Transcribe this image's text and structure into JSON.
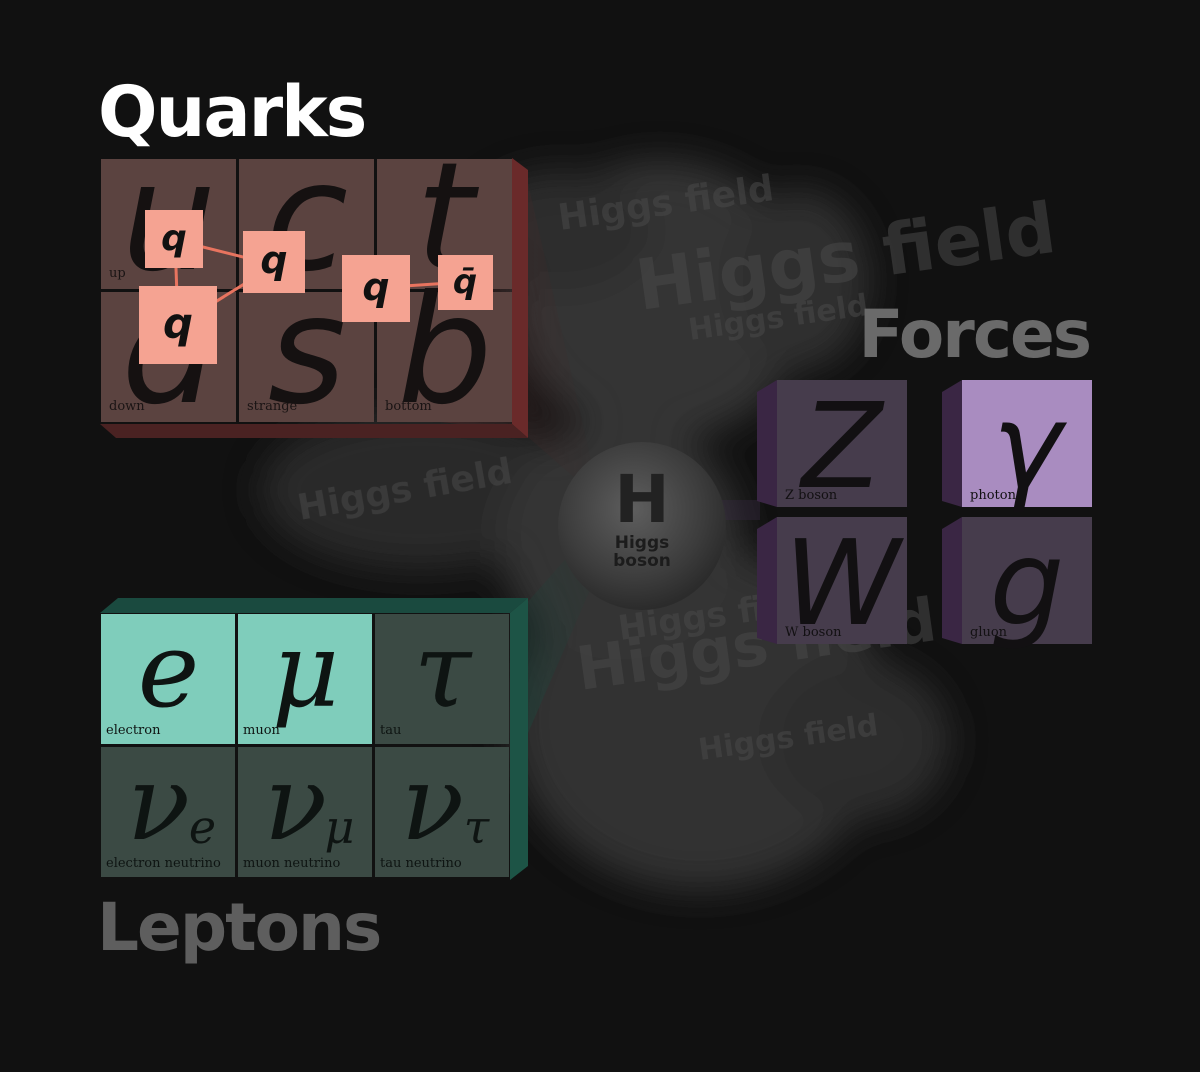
{
  "headings": {
    "quarks": "Quarks",
    "forces": "Forces",
    "leptons": "Leptons"
  },
  "higgs": {
    "symbol": "H",
    "line1": "Higgs",
    "line2": "boson",
    "field_text": "Higgs field"
  },
  "quarks": [
    {
      "symbol": "u",
      "name": "up"
    },
    {
      "symbol": "c",
      "name": ""
    },
    {
      "symbol": "t",
      "name": ""
    },
    {
      "symbol": "d",
      "name": "down"
    },
    {
      "symbol": "s",
      "name": "strange"
    },
    {
      "symbol": "b",
      "name": "bottom"
    }
  ],
  "composites": {
    "q": "q",
    "qbar": "q̄"
  },
  "leptons": [
    {
      "symbol": "e",
      "sub": "",
      "name": "electron",
      "highlight": true
    },
    {
      "symbol": "μ",
      "sub": "",
      "name": "muon",
      "highlight": true
    },
    {
      "symbol": "τ",
      "sub": "",
      "name": "tau",
      "highlight": false
    },
    {
      "symbol": "ν",
      "sub": "e",
      "name": "electron neutrino",
      "highlight": false
    },
    {
      "symbol": "ν",
      "sub": "μ",
      "name": "muon neutrino",
      "highlight": false
    },
    {
      "symbol": "ν",
      "sub": "τ",
      "name": "tau neutrino",
      "highlight": false
    }
  ],
  "forces": [
    {
      "symbol": "Z",
      "name": "Z boson",
      "highlight": false
    },
    {
      "symbol": "γ",
      "name": "photon",
      "highlight": true
    },
    {
      "symbol": "W",
      "name": "W boson",
      "highlight": false
    },
    {
      "symbol": "g",
      "name": "gluon",
      "highlight": false
    }
  ],
  "colors": {
    "background": "#111111",
    "quark_tile": "#5b4340",
    "quark_side": "#6a2a2a",
    "composite": "#f5a392",
    "composite_link": "#e8745f",
    "lepton_tile": "#3b4a44",
    "lepton_side": "#1a4a3f",
    "lepton_highlight": "#7fcdbb",
    "force_tile": "#463c4c",
    "force_side": "#3a2644",
    "force_highlight": "#a98cc0",
    "heading_white": "#ffffff",
    "heading_gray": "#6a6a6a"
  }
}
